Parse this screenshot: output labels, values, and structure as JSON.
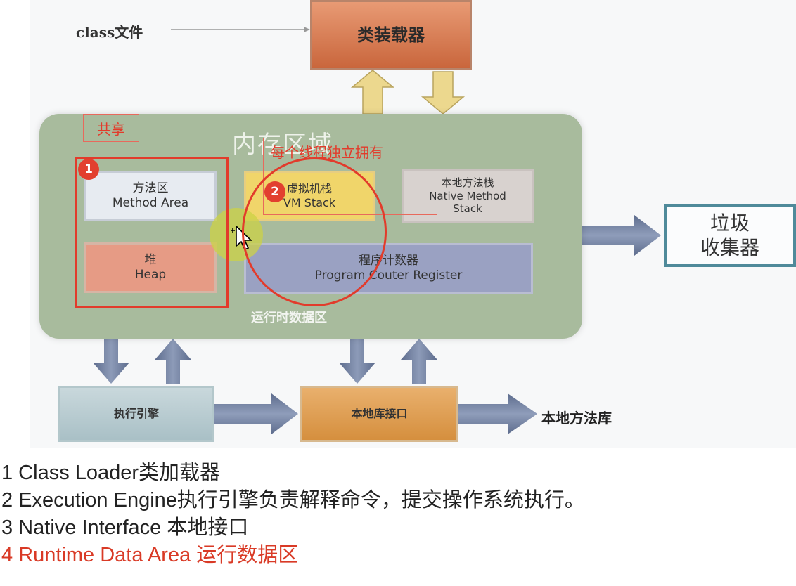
{
  "diagram": {
    "class_file_label": "class文件",
    "class_loader": "类装载器",
    "runtime_area_title": "内存区域",
    "runtime_area_caption": "运行时数据区",
    "method_area": {
      "cn": "方法区",
      "en": "Method Area"
    },
    "heap": {
      "cn": "堆",
      "en": "Heap"
    },
    "vm_stack": {
      "cn": "虚拟机栈",
      "en": "VM Stack"
    },
    "native_method_stack": {
      "cn": "本地方法栈",
      "en_line1": "Native Method",
      "en_line2": "Stack"
    },
    "program_counter": {
      "cn": "程序计数器",
      "en": "Program Couter Register"
    },
    "garbage_collector": {
      "line1": "垃圾",
      "line2": "收集器"
    },
    "execution_engine": "执行引擎",
    "native_interface": "本地库接口",
    "native_library": "本地方法库",
    "colors": {
      "annotation_red": "#e23b2b",
      "runtime_green": "#a8bb9d",
      "arrow": "#6f7fa0"
    }
  },
  "annotations": {
    "shared_label": "共享",
    "thread_label": "每个线程独立拥有",
    "badge_1": "1",
    "badge_2": "2"
  },
  "notes": [
    "1 Class Loader类加载器",
    "2 Execution Engine执行引擎负责解释命令，提交操作系统执行。",
    "3 Native Interface 本地接口",
    "4 Runtime Data Area 运行数据区"
  ]
}
